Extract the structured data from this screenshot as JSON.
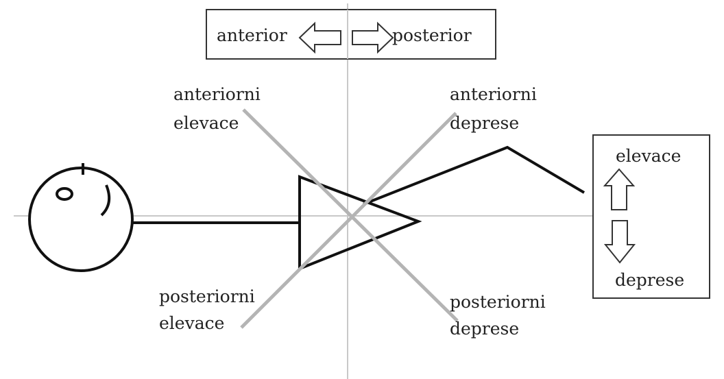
{
  "legend_top": {
    "left_label": "anterior",
    "right_label": "posterior"
  },
  "legend_right": {
    "up_label": "elevace",
    "down_label": "deprese"
  },
  "quadrants": {
    "top_left": [
      "anteriorni",
      "elevace"
    ],
    "top_right": [
      "anteriorni",
      "deprese"
    ],
    "bottom_left": [
      "posteriorni",
      "elevace"
    ],
    "bottom_right": [
      "posteriorni",
      "deprese"
    ]
  },
  "colors": {
    "stroke": "#111111",
    "axis": "#c8c8c8",
    "cross": "#b4b4b4",
    "text": "#222222"
  }
}
